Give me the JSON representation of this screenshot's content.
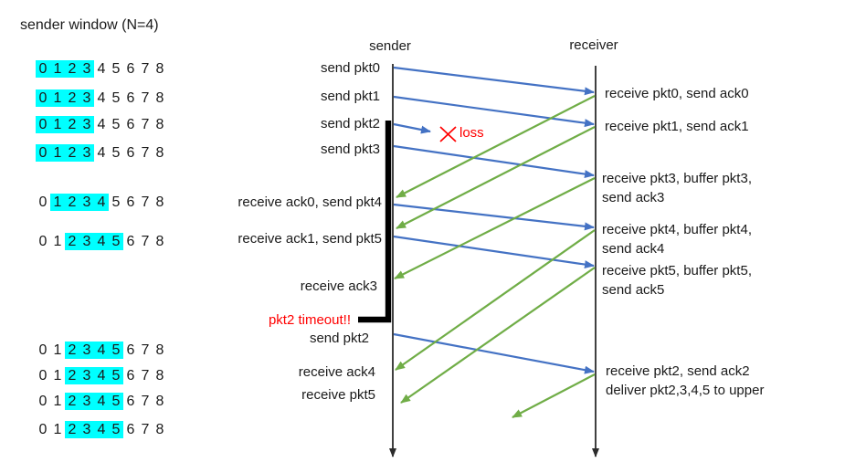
{
  "title": "sender window (N=4)",
  "headers": {
    "sender": "sender",
    "receiver": "receiver"
  },
  "loss_label": "loss",
  "window_rows": [
    {
      "sequence": [
        "0",
        "1",
        "2",
        "3",
        "4",
        "5",
        "6",
        "7",
        "8"
      ],
      "highlight_from": 0,
      "highlight_to": 3
    },
    {
      "sequence": [
        "0",
        "1",
        "2",
        "3",
        "4",
        "5",
        "6",
        "7",
        "8"
      ],
      "highlight_from": 0,
      "highlight_to": 3
    },
    {
      "sequence": [
        "0",
        "1",
        "2",
        "3",
        "4",
        "5",
        "6",
        "7",
        "8"
      ],
      "highlight_from": 0,
      "highlight_to": 3
    },
    {
      "sequence": [
        "0",
        "1",
        "2",
        "3",
        "4",
        "5",
        "6",
        "7",
        "8"
      ],
      "highlight_from": 0,
      "highlight_to": 3
    },
    {
      "sequence": [
        "0",
        "1",
        "2",
        "3",
        "4",
        "5",
        "6",
        "7",
        "8"
      ],
      "highlight_from": 1,
      "highlight_to": 4
    },
    {
      "sequence": [
        "0",
        "1",
        "2",
        "3",
        "4",
        "5",
        "6",
        "7",
        "8"
      ],
      "highlight_from": 2,
      "highlight_to": 5
    },
    {
      "sequence": [
        "0",
        "1",
        "2",
        "3",
        "4",
        "5",
        "6",
        "7",
        "8"
      ],
      "highlight_from": 2,
      "highlight_to": 5
    },
    {
      "sequence": [
        "0",
        "1",
        "2",
        "3",
        "4",
        "5",
        "6",
        "7",
        "8"
      ],
      "highlight_from": 2,
      "highlight_to": 5
    },
    {
      "sequence": [
        "0",
        "1",
        "2",
        "3",
        "4",
        "5",
        "6",
        "7",
        "8"
      ],
      "highlight_from": 2,
      "highlight_to": 5
    },
    {
      "sequence": [
        "0",
        "1",
        "2",
        "3",
        "4",
        "5",
        "6",
        "7",
        "8"
      ],
      "highlight_from": 2,
      "highlight_to": 5
    }
  ],
  "sender_events": [
    {
      "label": "send pkt0"
    },
    {
      "label": "send pkt1"
    },
    {
      "label": "send pkt2"
    },
    {
      "label": "send pkt3"
    },
    {
      "label": "receive ack0, send pkt4"
    },
    {
      "label": "receive ack1, send pkt5"
    },
    {
      "label": "receive ack3"
    },
    {
      "label": "pkt2 timeout!!",
      "alert": true
    },
    {
      "label": "send pkt2"
    },
    {
      "label": "receive ack4"
    },
    {
      "label": "receive pkt5"
    }
  ],
  "receiver_events": [
    {
      "lines": [
        "receive pkt0, send ack0"
      ]
    },
    {
      "lines": [
        "receive pkt1, send ack1"
      ]
    },
    {
      "lines": [
        "receive pkt3, buffer pkt3,",
        "send ack3"
      ]
    },
    {
      "lines": [
        "receive pkt4, buffer pkt4,",
        "send ack4"
      ]
    },
    {
      "lines": [
        "receive pkt5, buffer pkt5,",
        "send ack5"
      ]
    },
    {
      "lines": [
        "receive pkt2, send ack2",
        "deliver pkt2,3,4,5 to upper"
      ]
    }
  ],
  "colors": {
    "packet_arrow": "#4472C4",
    "ack_arrow": "#70AD47",
    "window_highlight": "#00FFFF",
    "alert": "#FF0000",
    "timeline": "#2b2b2b"
  }
}
